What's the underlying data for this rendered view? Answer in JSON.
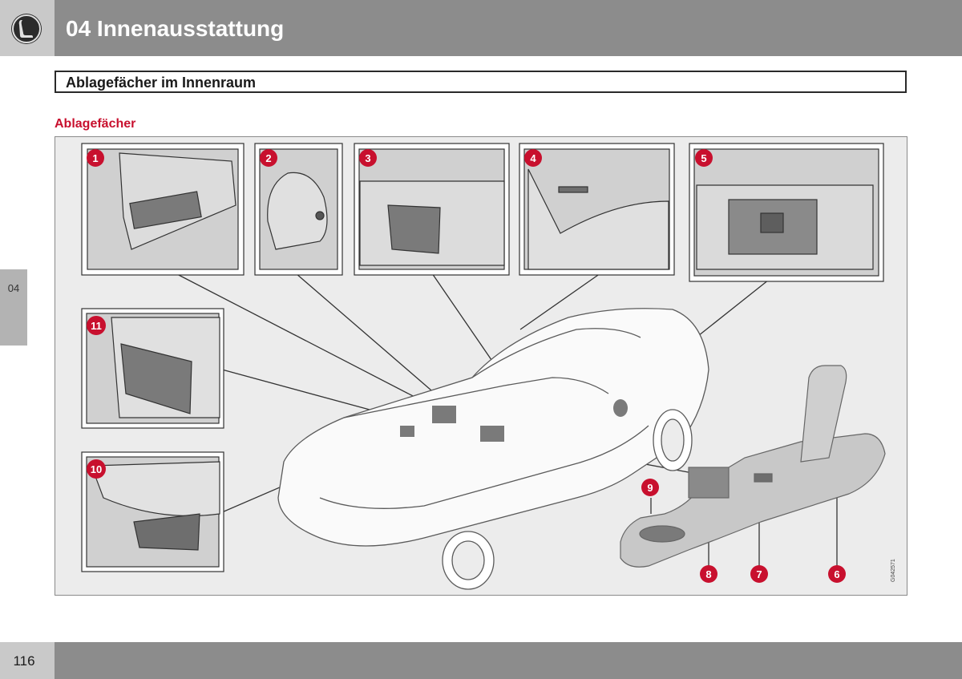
{
  "header": {
    "chapter_title": "04 Innenausstattung",
    "icon": "seat-icon"
  },
  "side_tab": {
    "label": "04"
  },
  "section": {
    "title": "Ablagefächer im Innenraum"
  },
  "subheading": "Ablagefächer",
  "figure": {
    "code": "G042571",
    "callouts": [
      "1",
      "2",
      "3",
      "4",
      "5",
      "6",
      "7",
      "8",
      "9",
      "10",
      "11"
    ]
  },
  "footer": {
    "page_number": "116"
  },
  "colors": {
    "header_band": "#8c8c8c",
    "accent_red": "#c8102e",
    "callout_red": "#c8102e"
  }
}
